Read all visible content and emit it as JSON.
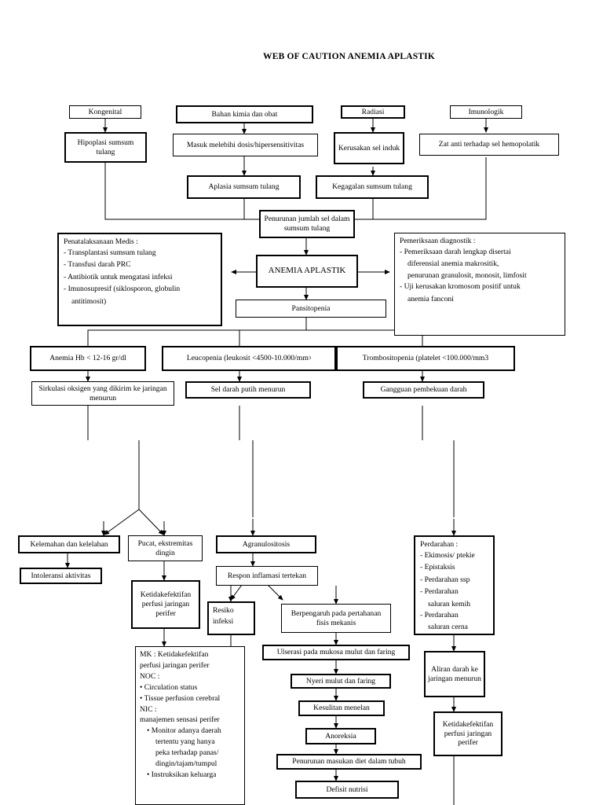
{
  "page": {
    "title": "WEB OF CAUTION ANEMIA APLASTIK"
  },
  "etiology": {
    "kongenital": "Kongenital",
    "bahan_kimia": "Bahan kimia dan obat",
    "radiasi": "Radiasi",
    "imunologik": "Imunologik",
    "hipoplasi": "Hipoplasi sumsum tulang",
    "masuk_dosis": "Masuk melebihi  dosis/hipersensitivitas",
    "kerusakan_sel": "Kerusakan sel induk",
    "zat_anti": "Zat anti terhadap sel hemopolatik",
    "aplasia": "Aplasia sumsum tulang",
    "kegagalan": "Kegagalan sumsum tulang",
    "penurunan_sel": "Penurunan jumlah sel dalam sumsum tulang"
  },
  "core": {
    "diagnosis": "ANEMIA APLASTIK",
    "pansitopenia": "Pansitopenia"
  },
  "medis": {
    "header": "Penatalaksanaan Medis :",
    "items": [
      "-  Transplantasi sumsum tulang",
      "-  Transfusi darah PRC",
      "-  Antibiotik untuk mengatasi infeksi",
      "-  Imunosupresif (siklosporon, globulin"
    ],
    "cont": "antitimosit)"
  },
  "diagnostik": {
    "header": "Pemeriksaan diagnostik :",
    "item1": "-  Pemeriksaan darah lengkap disertai",
    "item1b": "diferensial anemia makrositik,",
    "item1c": "penurunan granulosit, monosit, limfosit",
    "item2": "-  Uji kerusakan kromosom positif untuk",
    "item2b": "anemia fanconi"
  },
  "counts": {
    "anemia": "Anemia Hb < 12-16 gr/dl",
    "leucopenia_a": "Leucopenia (leukosit <4500-10.000/mm",
    "leucopenia_sup": "3",
    "trombositopenia": "Trombositopenia (platelet <100.000/mm3",
    "sirkulasi": "Sirkulasi oksigen yang dikirim ke jaringan menurun",
    "sel_putih": "Sel darah putih menurun",
    "gangguan": "Gangguan pembekuan darah"
  },
  "lower": {
    "kelemahan": "Kelemahan dan kelelahan",
    "intoleransi": "Intoleransi aktivitas",
    "pucat": "Pucat, ekstremitas dingin",
    "ketidak_perifer_left": "Ketidakefektifan perfusi jaringan perifer",
    "agranulositosis": "Agranulositosis",
    "respon": "Respon inflamasi tertekan",
    "resiko": "Resiko infeksi",
    "berpengaruh": "Berpengaruh pada pertahanan fisis mekanis",
    "ulserasi": "Ulserasi pada mukosa mulut dan faring",
    "nyeri": "Nyeri mulut dan faring",
    "kesulitan": "Kesulitan menelan",
    "anoreksia": "Anoreksia",
    "penurunan_diet": "Penurunan masukan diet dalam tubuh",
    "defisit": "Defisit nutrisi",
    "aliran": "Aliran darah ke jaringan menurun",
    "ketidak_perifer_right": "Ketidakefektifan perfusi jaringan perifer"
  },
  "perdarahan": {
    "header": "Perdarahan :",
    "items": [
      "-  Ekimosis/ ptekie",
      "-  Epistaksis",
      "-  Perdarahan ssp",
      "-  Perdarahan"
    ],
    "cont1": "saluran kemih",
    "item5": "-  Perdarahan",
    "cont2": "saluran cerna"
  },
  "mk": {
    "l1": "MK : Ketidakefektifan",
    "l2": "perfusi jaringan perifer",
    "l3": "NOC :",
    "l4": "• Circulation status",
    "l5": "• Tissue perfusion cerebral",
    "l6": "NIC :",
    "l7": "manajemen sensasi perifer",
    "l8": "•     Monitor adanya daerah",
    "l9": "tertentu yang hanya",
    "l10": "peka terhadap panas/",
    "l11": "dingin/tajam/tumpul",
    "l12": "•     Instruksikan keluarga"
  }
}
